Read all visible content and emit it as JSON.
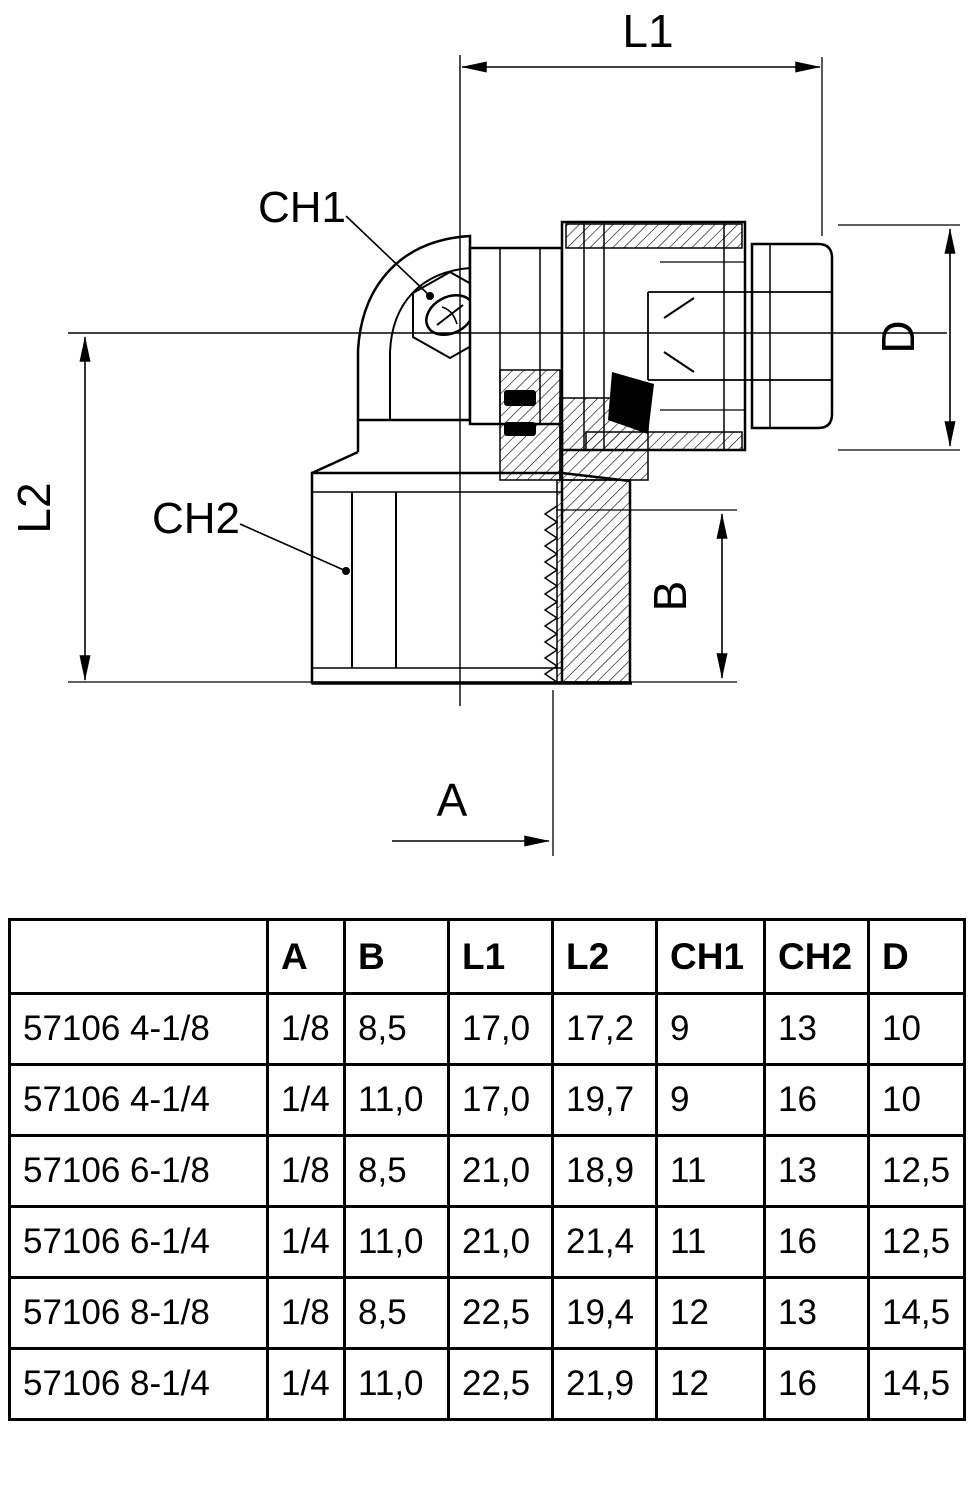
{
  "drawing": {
    "labels": {
      "L1": "L1",
      "L2": "L2",
      "D": "D",
      "B": "B",
      "A": "A",
      "CH1": "CH1",
      "CH2": "CH2"
    }
  },
  "table": {
    "headers": [
      "",
      "A",
      "B",
      "L1",
      "L2",
      "CH1",
      "CH2",
      "D"
    ],
    "rows": [
      [
        "57106 4-1/8",
        "1/8",
        "8,5",
        "17,0",
        "17,2",
        "9",
        "13",
        "10"
      ],
      [
        "57106 4-1/4",
        "1/4",
        "11,0",
        "17,0",
        "19,7",
        "9",
        "16",
        "10"
      ],
      [
        "57106 6-1/8",
        "1/8",
        "8,5",
        "21,0",
        "18,9",
        "11",
        "13",
        "12,5"
      ],
      [
        "57106 6-1/4",
        "1/4",
        "11,0",
        "21,0",
        "21,4",
        "11",
        "16",
        "12,5"
      ],
      [
        "57106 8-1/8",
        "1/8",
        "8,5",
        "22,5",
        "19,4",
        "12",
        "13",
        "14,5"
      ],
      [
        "57106 8-1/4",
        "1/4",
        "11,0",
        "22,5",
        "21,9",
        "12",
        "16",
        "14,5"
      ]
    ]
  },
  "colors": {
    "line": "#000000",
    "background": "#ffffff"
  }
}
